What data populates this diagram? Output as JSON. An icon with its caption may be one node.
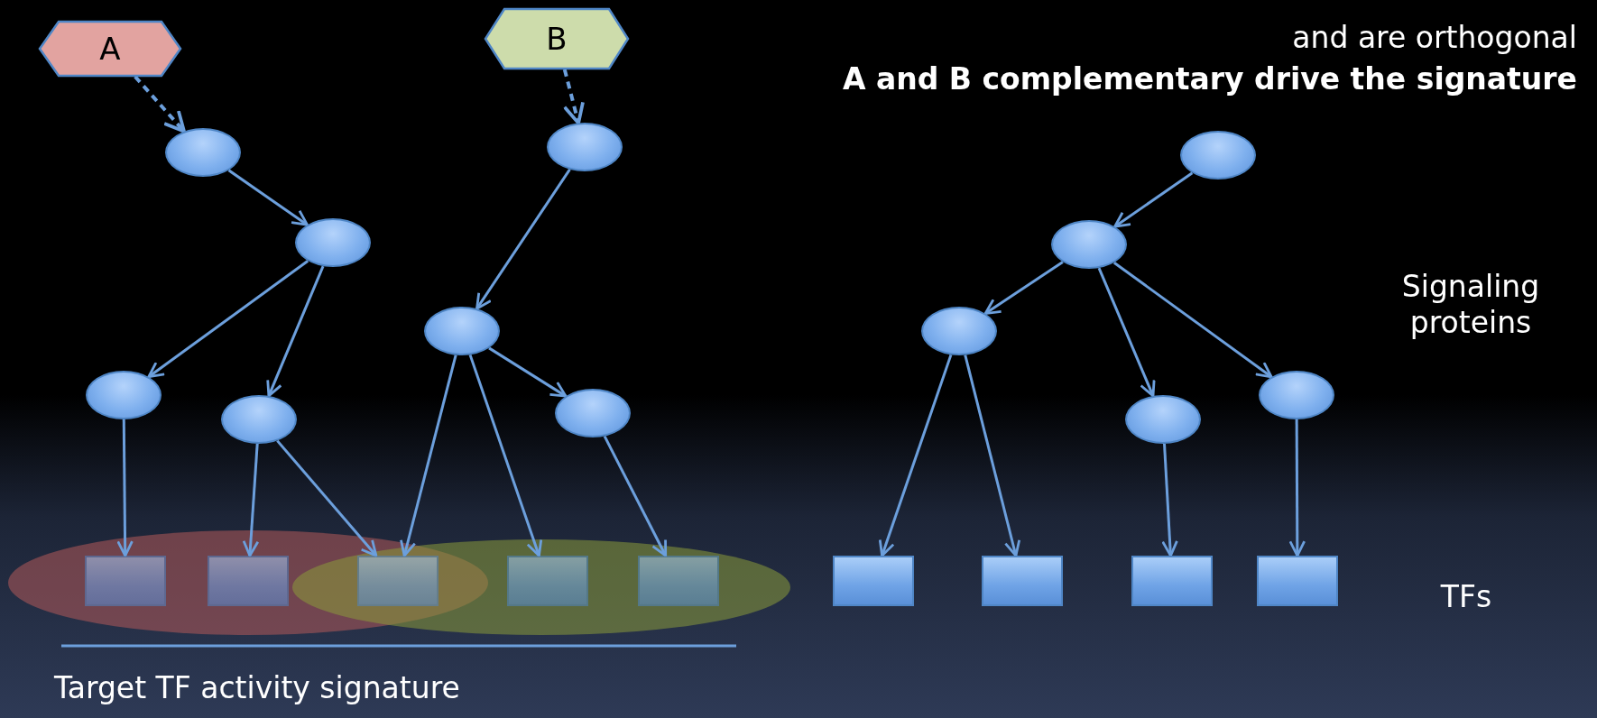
{
  "diagram": {
    "nodes": [
      {
        "text": [
          "A"
        ]
      },
      {
        "text": [
          "B"
        ]
      },
      {
        "text": [],
        "shape": "ellipse"
      },
      {
        "text": [],
        "shape": "ellipse"
      },
      {
        "text": [],
        "shape": "ellipse"
      },
      {
        "text": [],
        "shape": "ellipse"
      },
      {
        "text": [],
        "shape": "ellipse"
      },
      {
        "text": [],
        "shape": "ellipse"
      },
      {
        "text": [],
        "shape": "ellipse"
      },
      {
        "text": [],
        "shape": "ellipse"
      },
      {
        "text": [],
        "shape": "ellipse"
      },
      {
        "text": [],
        "shape": "ellipse"
      },
      {
        "text": [],
        "shape": "ellipse"
      },
      {
        "text": [],
        "shape": "ellipse"
      },
      {
        "text": [],
        "shape": "box"
      },
      {
        "text": [],
        "shape": "box"
      },
      {
        "text": [],
        "shape": "box"
      },
      {
        "text": [],
        "shape": "box"
      },
      {
        "text": [],
        "shape": "box"
      },
      {
        "text": [],
        "shape": "box"
      },
      {
        "text": [],
        "shape": "box"
      },
      {
        "text": [],
        "shape": "box"
      },
      {
        "text": [],
        "shape": "box"
      }
    ],
    "edges": [
      {
        "from": 0,
        "to": 2,
        "arrow": "to",
        "style": "dashed"
      },
      {
        "from": 1,
        "to": 6,
        "arrow": "to",
        "style": "dashed"
      },
      {
        "from": 2,
        "to": 3,
        "arrow": "to"
      },
      {
        "from": 3,
        "to": 4,
        "arrow": "to"
      },
      {
        "from": 3,
        "to": 5,
        "arrow": "to"
      },
      {
        "from": 6,
        "to": 7,
        "arrow": "to"
      },
      {
        "from": 7,
        "to": 16,
        "arrow": "to"
      },
      {
        "from": 7,
        "to": 17,
        "arrow": "to"
      },
      {
        "from": 7,
        "to": 8,
        "arrow": "to"
      },
      {
        "from": 4,
        "to": 14,
        "arrow": "to"
      },
      {
        "from": 5,
        "to": 15,
        "arrow": "to"
      },
      {
        "from": 5,
        "to": 16,
        "arrow": "to"
      },
      {
        "from": 8,
        "to": 18,
        "arrow": "to"
      },
      {
        "from": 9,
        "to": 10,
        "arrow": "to"
      },
      {
        "from": 10,
        "to": 11,
        "arrow": "to"
      },
      {
        "from": 10,
        "to": 12,
        "arrow": "to"
      },
      {
        "from": 10,
        "to": 13,
        "arrow": "to"
      },
      {
        "from": 11,
        "to": 19,
        "arrow": "to"
      },
      {
        "from": 11,
        "to": 20,
        "arrow": "to"
      },
      {
        "from": 12,
        "to": 21,
        "arrow": "to"
      },
      {
        "from": 13,
        "to": 22,
        "arrow": "to"
      }
    ],
    "labels": [
      "and are orthogonal",
      "A and B complementary drive the signature",
      "Signaling proteins",
      "TFs",
      "Target TF activity signature"
    ]
  }
}
